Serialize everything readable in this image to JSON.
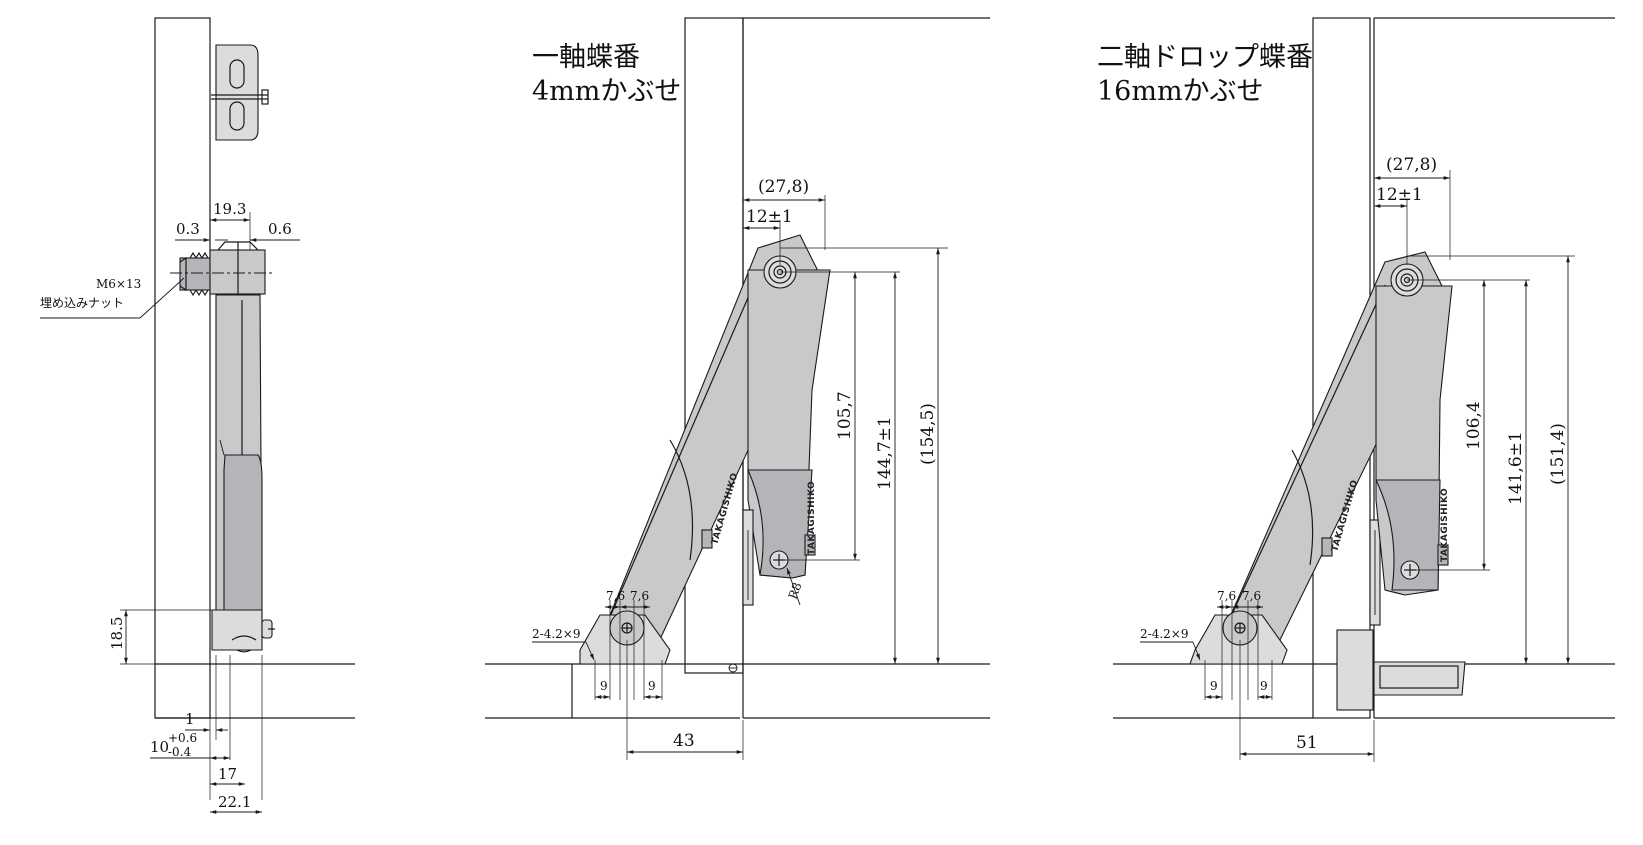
{
  "side_view": {
    "dims": {
      "width_19_3": "19.3",
      "gap_0_3": "0.3",
      "gap_0_6": "0.6",
      "height_18_5": "18.5",
      "offset_1": "1",
      "offset_10": "10",
      "tol_plus": "+0.6",
      "tol_minus": "-0.4",
      "width_17": "17",
      "width_22_1": "22.1"
    },
    "nut_label_1": "M6×13",
    "nut_label_2": "埋め込みナット"
  },
  "single_axis": {
    "title_line1": "一軸蝶番",
    "title_line2": "4mmかぶせ",
    "dims": {
      "d_27_8": "(27,8)",
      "d_12": "12±1",
      "d_105_7": "105,7",
      "d_144_7": "144,7±1",
      "d_154_5": "(154,5)",
      "d_7_6_a": "7,6",
      "d_7_6_b": "7,6",
      "d_holes": "2-4.2×9",
      "d_9_a": "9",
      "d_9_b": "9",
      "d_43": "43",
      "d_r8": "R8"
    },
    "logo": "TAKAGISHIKO"
  },
  "double_axis": {
    "title_line1": "二軸ドロップ蝶番",
    "title_line2": "16mmかぶせ",
    "dims": {
      "d_27_8": "(27,8)",
      "d_12": "12±1",
      "d_106_4": "106,4",
      "d_141_6": "141,6±1",
      "d_151_4": "(151,4)",
      "d_7_6_a": "7,6",
      "d_7_6_b": "7,6",
      "d_holes": "2-4.2×9",
      "d_9_a": "9",
      "d_9_b": "9",
      "d_51": "51"
    },
    "logo": "TAKAGISHIKO"
  }
}
